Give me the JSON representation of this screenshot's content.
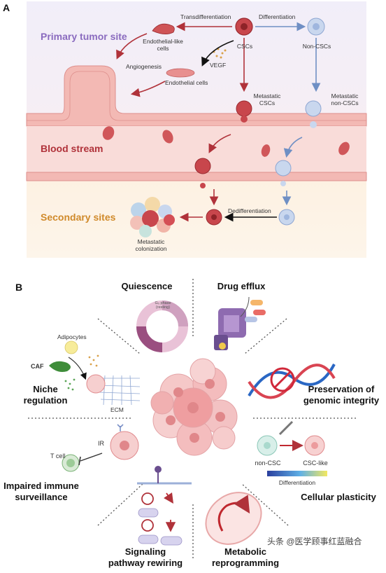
{
  "panel_a": {
    "label": "A",
    "regions": {
      "primary": "Primary tumor site",
      "blood": "Blood stream",
      "secondary": "Secondary sites"
    },
    "labels": {
      "transdifferentiation": "Transdifferentiation",
      "differentiation": "Differentiation",
      "endothelial_like_1": "Endothelial-like",
      "endothelial_like_2": "cells",
      "cscs": "CSCs",
      "non_cscs": "Non-CSCs",
      "angiogenesis": "Angiogenesis",
      "vegf": "VEGF",
      "endothelial_cells": "Endothelial cells",
      "metastatic_cscs_1": "Metastatic",
      "metastatic_cscs_2": "CSCs",
      "metastatic_non_1": "Metastatic",
      "metastatic_non_2": "non-CSCs",
      "dedifferentiation": "Dedifferentiation",
      "colonization_1": "Metastatic",
      "colonization_2": "colonization"
    }
  },
  "panel_b": {
    "label": "B",
    "categories": {
      "quiescence": "Quiescence",
      "drug_efflux": "Drug efflux",
      "niche_1": "Niche",
      "niche_2": "regulation",
      "genomic_1": "Preservation of",
      "genomic_2": "genomic integrity",
      "immune_1": "Impaired immune",
      "immune_2": "surveillance",
      "plasticity": "Cellular plasticity",
      "signaling_1": "Signaling",
      "signaling_2": "pathway rewiring",
      "metabolic_1": "Metabolic",
      "metabolic_2": "reprogramming"
    },
    "labels": {
      "adipocytes": "Adipocytes",
      "caf": "CAF",
      "ecm": "ECM",
      "ir": "IR",
      "t_cell": "T cell",
      "non_csc": "non-CSC",
      "csc_like": "CSC-like",
      "differentiation": "Differentiation",
      "g0_phase_1": "G₀ phase",
      "g0_phase_2": "(resting)"
    }
  },
  "watermark": "头条 @医学顾事红蓝融合",
  "colors": {
    "csc": "#c8464c",
    "non_csc": "#a9bfe0",
    "vessel": "#f0b6b2",
    "panel_top": "#f3effa",
    "panel_bottom": "#fdf2e4",
    "arrow_red": "#b0323a",
    "arrow_blue": "#6f8fc4"
  }
}
